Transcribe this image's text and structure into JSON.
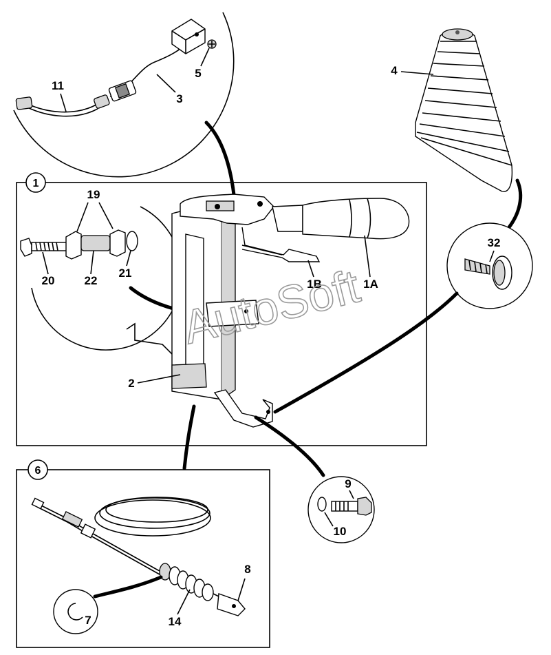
{
  "callouts": {
    "c1": "1",
    "c1A": "1A",
    "c1B": "1B",
    "c2": "2",
    "c3": "3",
    "c4": "4",
    "c5": "5",
    "c6": "6",
    "c7": "7",
    "c8": "8",
    "c9": "9",
    "c10": "10",
    "c11": "11",
    "c14": "14",
    "c19": "19",
    "c20": "20",
    "c21": "21",
    "c22": "22",
    "c32": "32"
  },
  "watermark": "AutoSoft"
}
